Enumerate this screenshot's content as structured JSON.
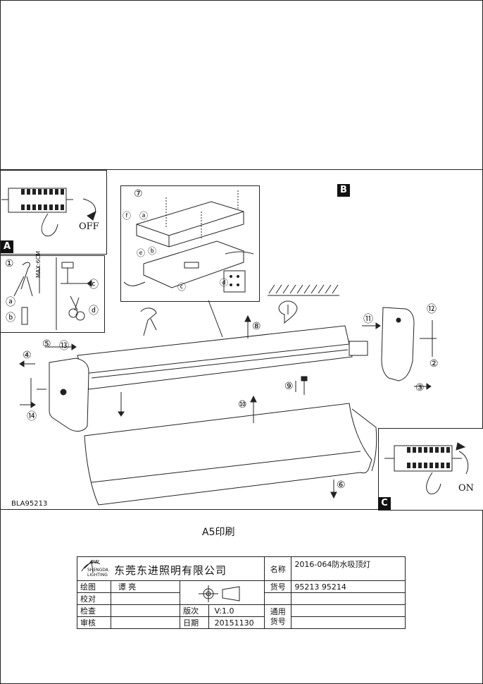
{
  "labels": {
    "panel_a": "A",
    "panel_b": "B",
    "panel_c": "C",
    "off": "OFF",
    "on": "ON",
    "max": "MAX:6CM",
    "model_code": "BLA95213",
    "print_note": "A5印刷"
  },
  "step_numbers": {
    "n1": "①",
    "n2": "②",
    "n3": "③",
    "n4": "④",
    "n5": "⑤",
    "n6": "⑥",
    "n7": "⑦",
    "n8": "⑧",
    "n9": "⑨",
    "n10": "⑩",
    "n11": "⑪",
    "n12": "⑫",
    "n13": "⑬",
    "n14": "⑭",
    "a": "ⓐ",
    "b": "ⓑ",
    "c": "ⓒ",
    "d": "ⓓ",
    "e": "ⓔ",
    "f": "ⓕ"
  },
  "title_block": {
    "logo_word": "ew",
    "logo_sub1": "SHENGDA",
    "logo_sub2": "LIGHTING",
    "company": "东莞东进照明有限公司",
    "name_label": "名称",
    "name_value": "2016-064防水吸顶灯",
    "draw_label": "绘图",
    "draw_value": "谭 亮",
    "item_no_label": "货号",
    "item_no_value": "95213 95214",
    "proof_label": "校对",
    "check_label": "检查",
    "version_label": "版次",
    "version_value": "V:1.0",
    "general_label": "通用",
    "general_label2": "货号",
    "review_label": "审核",
    "date_label": "日期",
    "date_value": "20151130"
  }
}
